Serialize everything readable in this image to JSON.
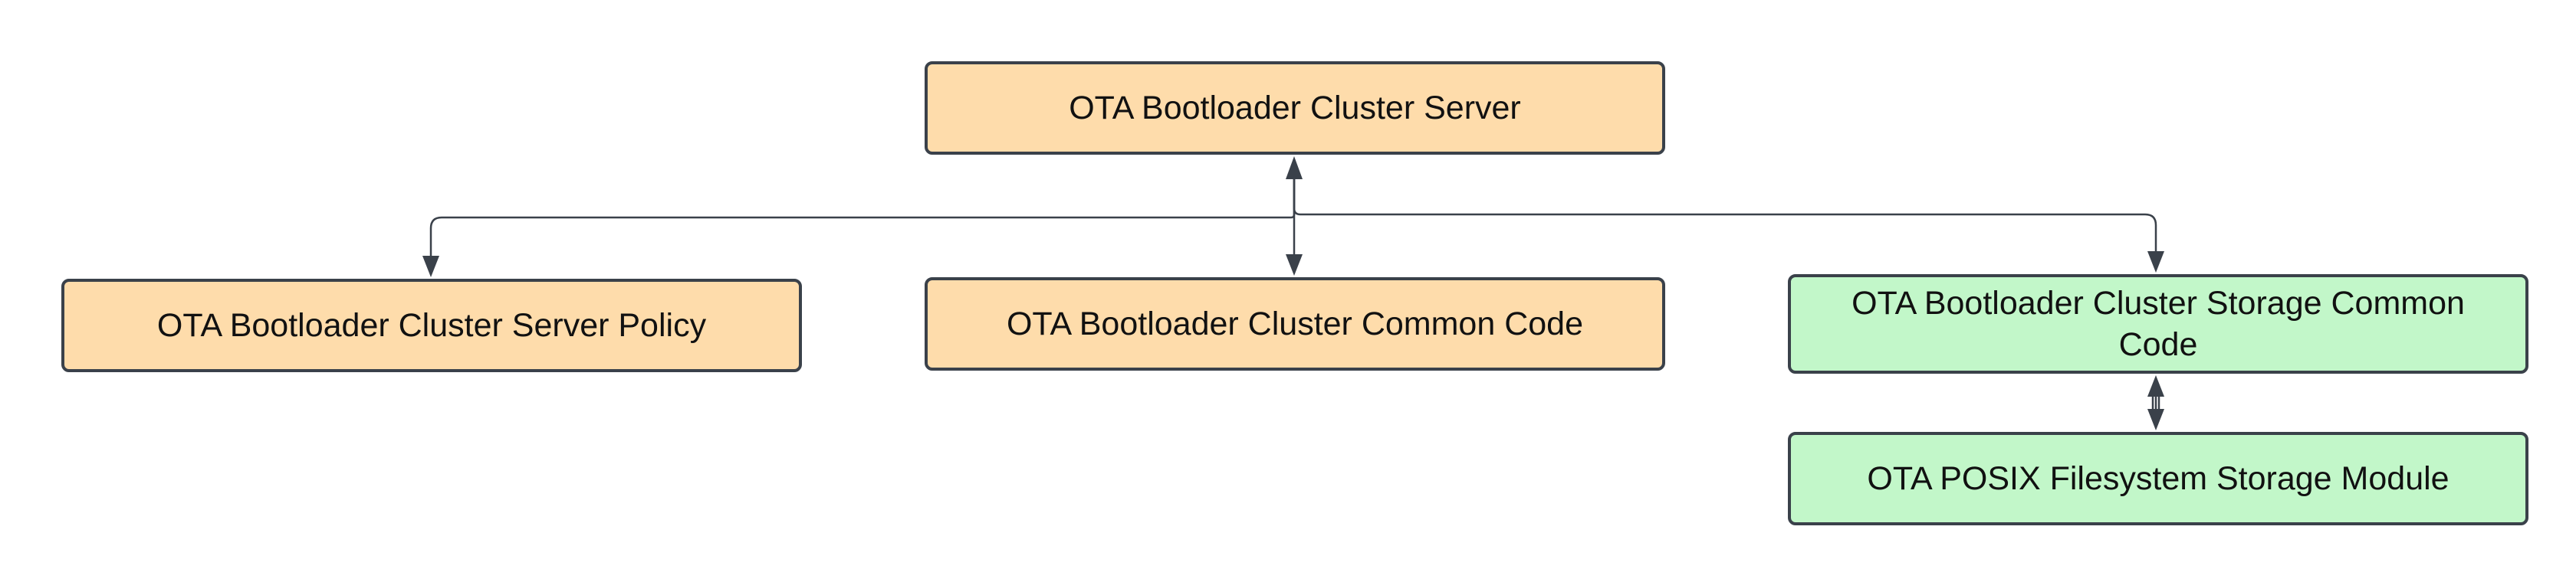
{
  "colors": {
    "orange_fill": "#fedcab",
    "green_fill": "#c2f7c9",
    "border": "#3a414a",
    "connector": "#3a414a"
  },
  "nodes": {
    "server": {
      "label": "OTA Bootloader Cluster Server",
      "fill": "#fedcab"
    },
    "server_policy": {
      "label": "OTA Bootloader Cluster Server Policy",
      "fill": "#fedcab"
    },
    "common_code": {
      "label": "OTA Bootloader Cluster Common Code",
      "fill": "#fedcab"
    },
    "storage_common": {
      "label": "OTA Bootloader Cluster Storage Common Code",
      "fill": "#c2f7c9"
    },
    "posix_storage": {
      "label": "OTA POSIX Filesystem Storage Module",
      "fill": "#c2f7c9"
    }
  },
  "edges": [
    {
      "from": "server",
      "to": "server_policy"
    },
    {
      "from": "server",
      "to": "common_code"
    },
    {
      "from": "server",
      "to": "storage_common"
    },
    {
      "from": "storage_common",
      "to": "posix_storage"
    }
  ]
}
